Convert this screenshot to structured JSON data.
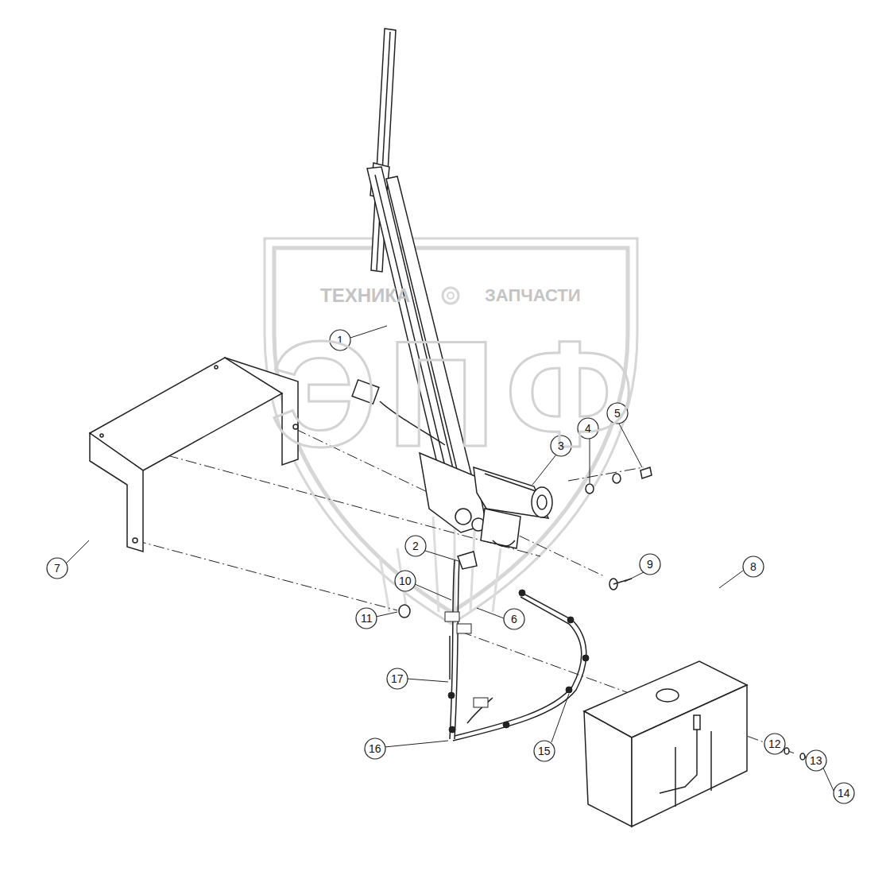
{
  "diagram": {
    "labels": [
      "ТЕХНИКА",
      "ЗАПЧАСТИ",
      "1",
      "ЭПФ",
      "4",
      "5",
      "3",
      "2",
      "9",
      "10",
      "7",
      "6",
      "11",
      "8",
      "17",
      "12",
      "13",
      "16",
      "15",
      "14"
    ]
  }
}
